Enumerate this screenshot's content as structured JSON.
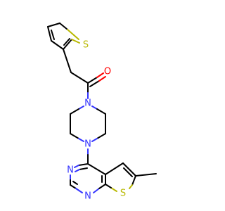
{
  "molecule": {
    "atom_labels": {
      "s_thiophene": "S",
      "o_carbonyl": "O",
      "n_pip_top": "N",
      "n_pip_bottom": "N",
      "n_pyr_left": "N",
      "n_pyr_bottom": "N",
      "s_thieno": "S"
    },
    "colors": {
      "bond": "#000000",
      "oxygen": "#ff0000",
      "nitrogen": "#3333ff",
      "sulfur": "#b8b800"
    }
  }
}
